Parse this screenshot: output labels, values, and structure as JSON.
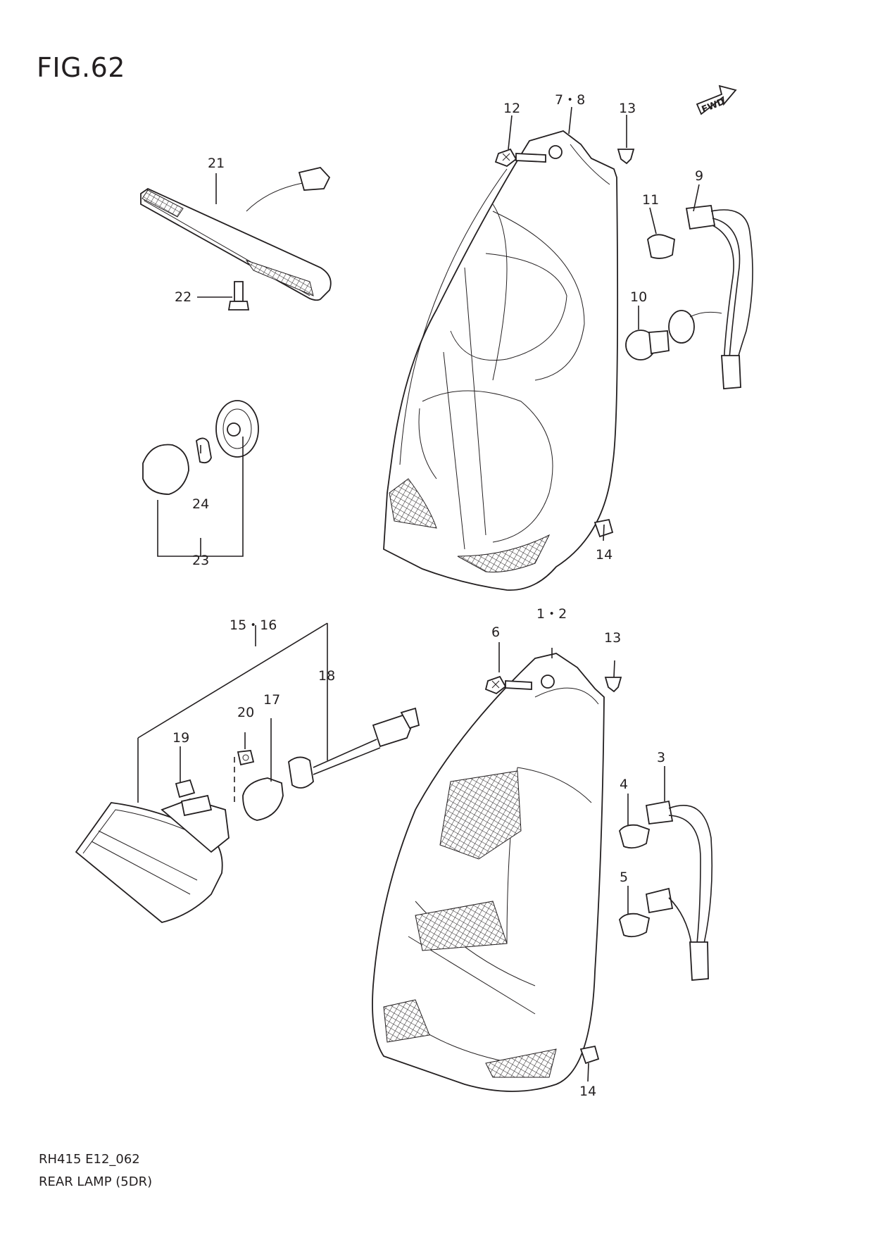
{
  "figure": {
    "title": "FIG.62",
    "code": "RH415 E12_062",
    "caption": "REAR LAMP (5DR)",
    "fwd_badge": "FWD"
  },
  "callouts": {
    "c7_8": "7・8",
    "c12_top": "12",
    "c13_top": "13",
    "c9": "9",
    "c11": "11",
    "c10": "10",
    "c14_top": "14",
    "c21": "21",
    "c22": "22",
    "c24": "24",
    "c23": "23",
    "c15_16": "15・16",
    "c17": "17",
    "c18": "18",
    "c19": "19",
    "c20": "20",
    "c1_2": "1・2",
    "c6": "6",
    "c13_bottom": "13",
    "c3": "3",
    "c4": "4",
    "c5": "5",
    "c14_bottom": "14"
  }
}
